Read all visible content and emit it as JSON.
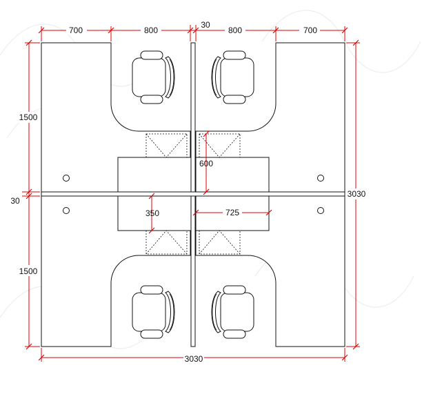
{
  "dimensions": {
    "top_desk_left": "700",
    "top_return_left": "800",
    "top_panel": "30",
    "top_return_right": "800",
    "top_desk_right": "700",
    "left_upper": "1500",
    "left_panel": "30",
    "left_lower": "1500",
    "right_total": "3030",
    "bottom_total": "3030",
    "pedestal_depth": "600",
    "pedestal_height": "350",
    "pedestal_width": "725"
  },
  "colors": {
    "dimension": "#e00000",
    "lines": "#111111"
  },
  "icons": [
    "office-chair-icon",
    "cable-grommet-icon"
  ]
}
